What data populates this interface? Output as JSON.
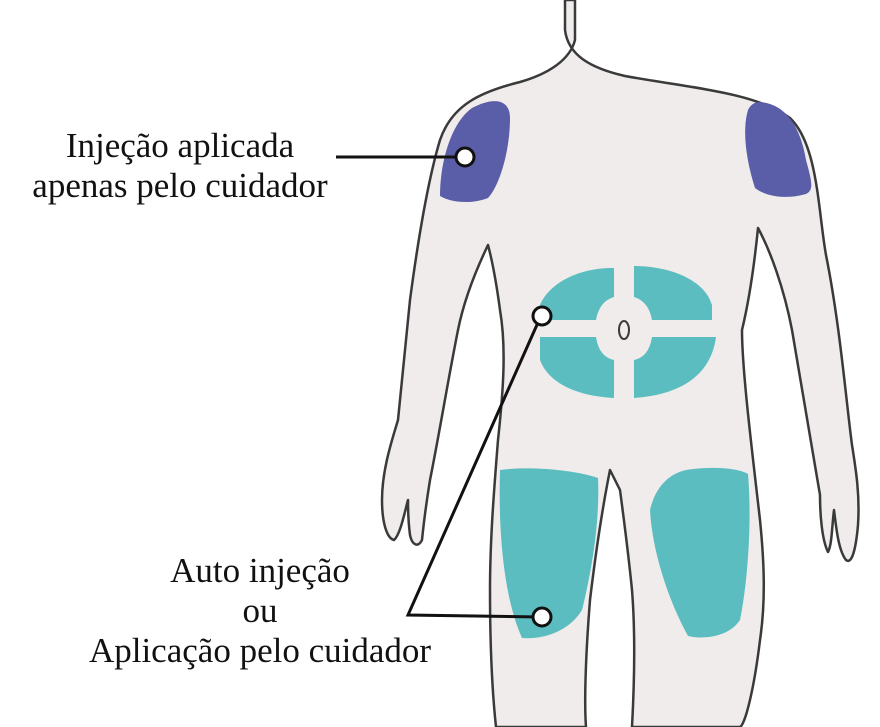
{
  "labels": {
    "caregiver_only": {
      "line1": "Injeção aplicada",
      "line2": "apenas pelo cuidador"
    },
    "self_or_caregiver": {
      "line1": "Auto injeção",
      "line2": "ou",
      "line3": "Aplicação pelo cuidador"
    }
  },
  "colors": {
    "body_fill": "#efeceb",
    "body_outline": "#3a3a3a",
    "arm_zone": "#5a5ea8",
    "abdomen_thigh_zone": "#5bbdc0",
    "leader_line": "#111111"
  }
}
